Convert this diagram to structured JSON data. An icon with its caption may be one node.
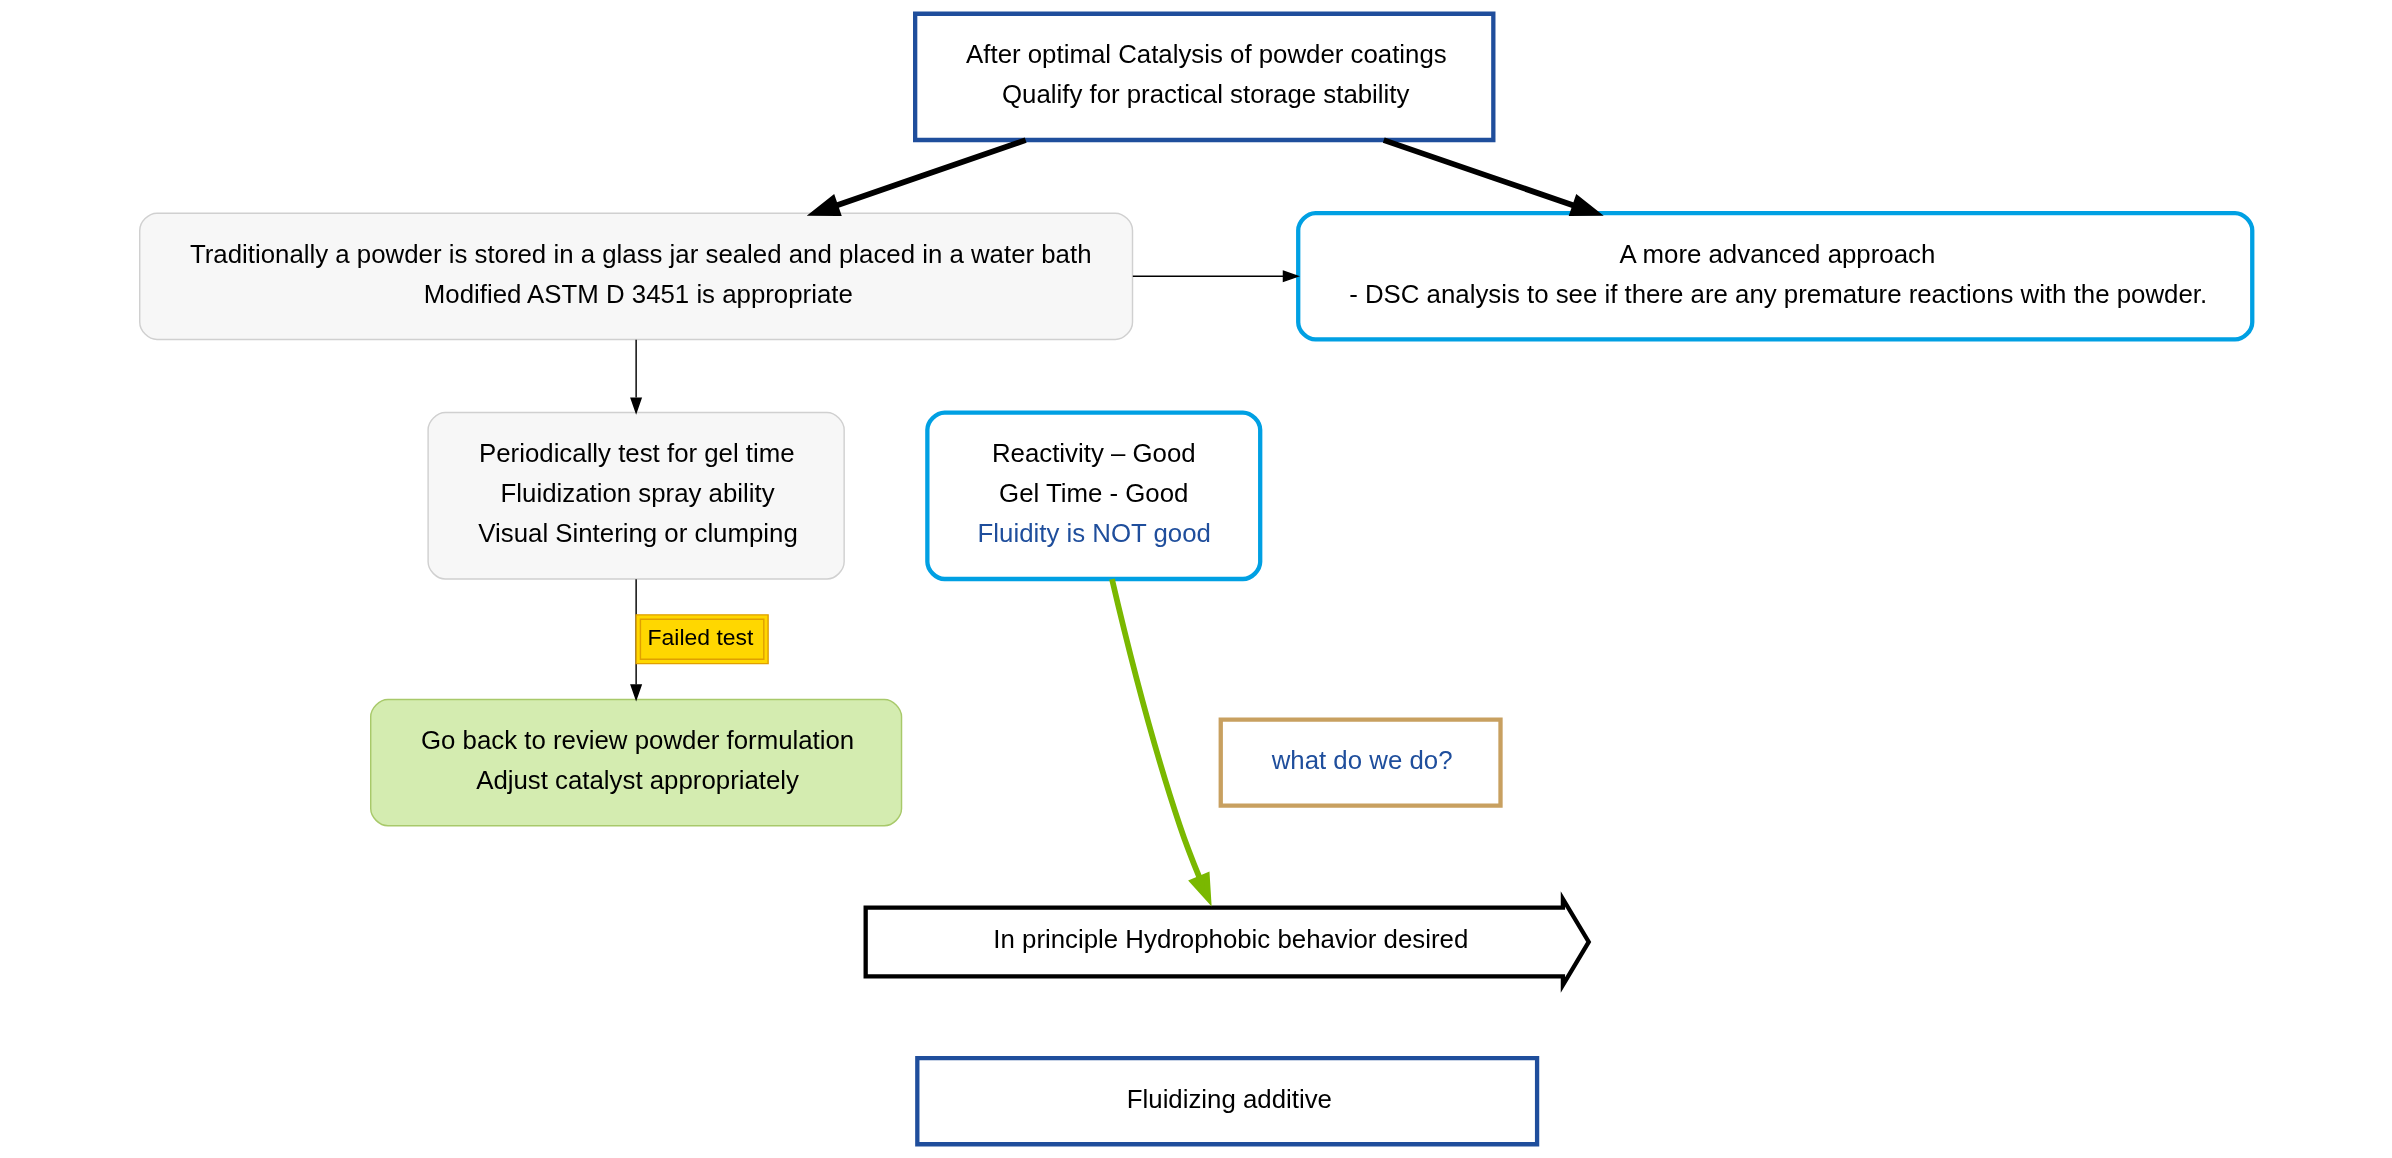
{
  "diagram": {
    "nodes": [
      {
        "text": [
          "After optimal Catalysis of powder coatings",
          "Qualify for practical storage stability"
        ]
      },
      {
        "text": [
          "Traditionally a powder is stored in a glass jar sealed and placed in a water bath",
          "Modified ASTM D 3451 is appropriate"
        ]
      },
      {
        "text": [
          "A more advanced approach",
          "- DSC analysis to see if there are any premature reactions with the powder."
        ]
      },
      {
        "text": [
          "Periodically test for gel time",
          "Fluidization spray ability",
          "Visual Sintering or clumping"
        ]
      },
      {
        "text": [
          "Reactivity – Good",
          "Gel Time - Good",
          "Fluidity is NOT good"
        ]
      },
      {
        "text": [
          "Go back to review powder formulation",
          "Adjust catalyst appropriately"
        ]
      },
      {
        "text": [
          "what do we do?"
        ]
      },
      {
        "text": [
          "In principle Hydrophobic behavior desired"
        ]
      },
      {
        "text": [
          "Fluidizing additive"
        ]
      }
    ],
    "edges": [
      {
        "from": 0,
        "to": 1,
        "arrow": "to",
        "style": "thick"
      },
      {
        "from": 0,
        "to": 2,
        "arrow": "to",
        "style": "thick"
      },
      {
        "from": 1,
        "to": 2,
        "arrow": "to"
      },
      {
        "from": 1,
        "to": 3,
        "arrow": "to"
      },
      {
        "from": 3,
        "to": 5,
        "arrow": "to",
        "label": "Failed test"
      },
      {
        "from": 4,
        "to": 7,
        "arrow": "to",
        "style": "thick",
        "color": "#7ab800"
      }
    ]
  }
}
